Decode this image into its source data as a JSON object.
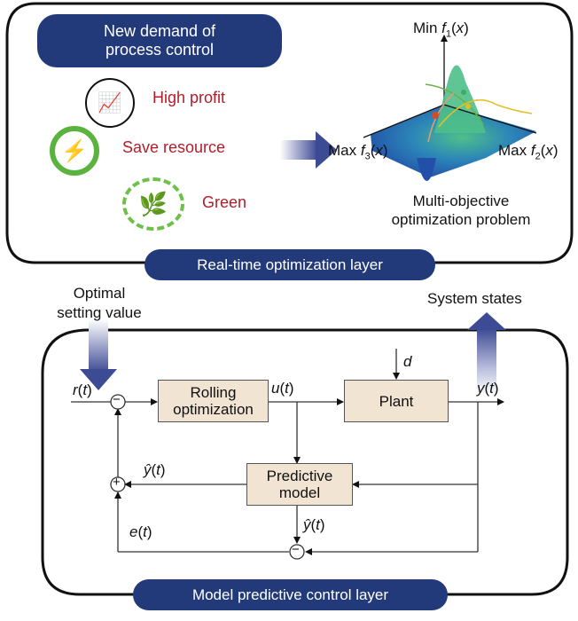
{
  "top_layer": {
    "demand_title_line1": "New demand of",
    "demand_title_line2": "process control",
    "items": [
      {
        "label": "High profit",
        "icon": "rising-chart-icon"
      },
      {
        "label": "Save resource",
        "icon": "energy-cycle-icon"
      },
      {
        "label": "Green",
        "icon": "leaf-recycle-icon"
      }
    ],
    "axes": {
      "z": "Min f1(x)",
      "left": "Max f3(x)",
      "right": "Max f2(x)"
    },
    "problem_line1": "Multi-objective",
    "problem_line2": "optimization problem",
    "layer_label": "Real-time optimization layer"
  },
  "interface": {
    "down_label_line1": "Optimal",
    "down_label_line2": "setting value",
    "up_label": "System states"
  },
  "bottom_layer": {
    "blocks": {
      "rolling_line1": "Rolling",
      "rolling_line2": "optimization",
      "plant": "Plant",
      "predictive_line1": "Predictive",
      "predictive_line2": "model"
    },
    "signals": {
      "r": "r",
      "u": "u",
      "y": "y",
      "d": "d",
      "e": "e",
      "t": "t",
      "yhat": "ŷ"
    },
    "summing": {
      "top": "−",
      "left": "+",
      "bottom": "−"
    },
    "layer_label": "Model predictive control layer"
  },
  "colors": {
    "pill": "#233a7a",
    "red_text": "#b01e2a",
    "block_fill": "#f1e4d3",
    "arrow_blue": "#3d4a94"
  }
}
